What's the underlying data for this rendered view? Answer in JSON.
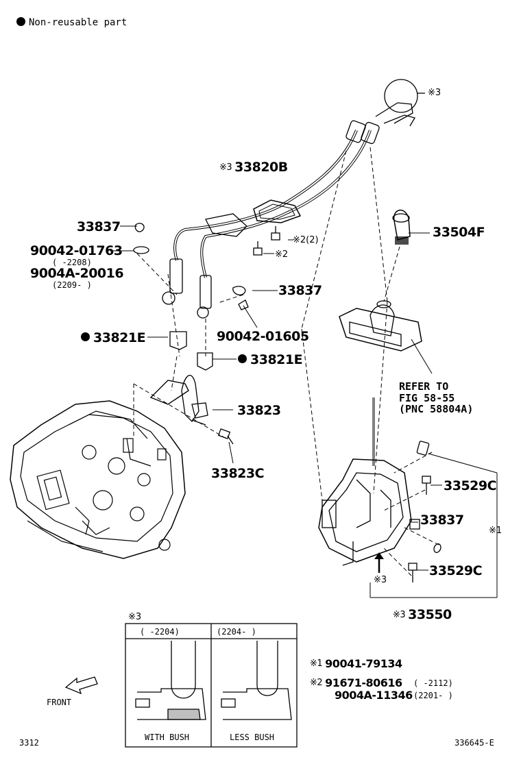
{
  "legend": {
    "dot_label": "Non-reusable part"
  },
  "mark1": "※1",
  "mark2": "※2",
  "mark3": "※3",
  "parts": {
    "p33820B": "33820B",
    "p33837a": "33837",
    "p9004201763": "90042-01763",
    "p9004201763_range": "(   -2208)",
    "p9004A20016": "9004A-20016",
    "p9004A20016_range": "(2209-    )",
    "p33837b": "33837",
    "p9004201605": "90042-01605",
    "p33821E_a": "33821E",
    "p33821E_b": "33821E",
    "p33823": "33823",
    "p33823C": "33823C",
    "p33504F": "33504F",
    "p33529C_a": "33529C",
    "p33837c": "33837",
    "p33529C_b": "33529C",
    "p33550": "33550",
    "m22": "(2)"
  },
  "refer": {
    "line1": "REFER TO",
    "line2": "FIG 58-55",
    "line3": "(PNC 58804A)"
  },
  "inset": {
    "col1_header": "(   -2204)",
    "col2_header": "(2204-    )",
    "col1_caption": "WITH BUSH",
    "col2_caption": "LESS BUSH"
  },
  "notes": {
    "n1_part": "90041-79134",
    "n2_part_a": "91671-80616",
    "n2_range_a": "(    -2112)",
    "n2_part_b": "9004A-11346",
    "n2_range_b": "(2201-    )"
  },
  "front_label": "FRONT",
  "fig_number": "3312",
  "drawing_id": "336645-E"
}
